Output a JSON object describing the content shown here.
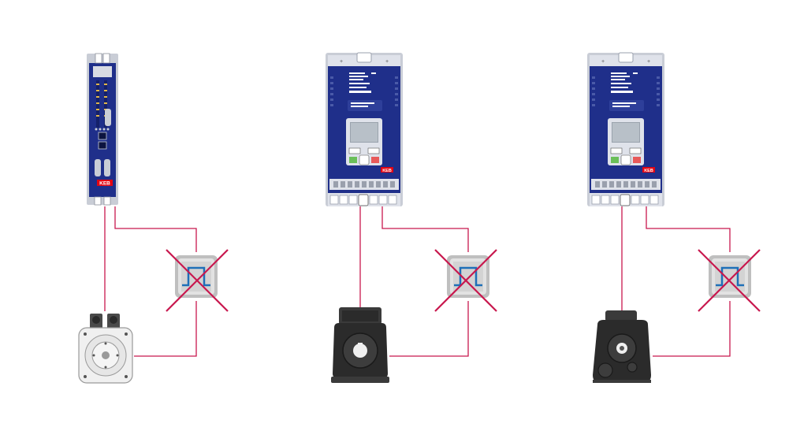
{
  "brand": {
    "label": "KEB",
    "color": "#e30613"
  },
  "colors": {
    "drive_body": "#1f2f8a",
    "drive_dark": "#15216a",
    "drive_frame": "#c9cdd6",
    "cable": "#c8184e",
    "cross": "#c8184e",
    "encoder_signal": "#1e6fb8",
    "encoder_box": "#d5d5d5",
    "motor_dark": "#2b2b2b",
    "servo_body": "#f0f0f0"
  },
  "systems": [
    {
      "drive": "compact-servo-drive",
      "motor": "servo-motor",
      "encoder": "crossed-out"
    },
    {
      "drive": "frequency-inverter",
      "motor": "asynchronous-motor",
      "encoder": "crossed-out"
    },
    {
      "drive": "frequency-inverter",
      "motor": "synchronous-motor",
      "encoder": "crossed-out"
    }
  ],
  "icons": [
    "drive-unit-icon",
    "motor-icon",
    "encoder-icon",
    "cross-icon"
  ]
}
